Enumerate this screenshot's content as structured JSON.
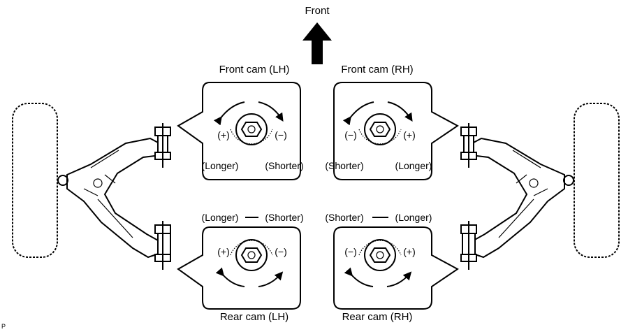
{
  "direction": {
    "label": "Front"
  },
  "panels": {
    "front_lh": {
      "title": "Front cam (LH)",
      "left_sign": "(+)",
      "right_sign": "(−)",
      "left_label": "(Longer)",
      "right_label": "(Shorter)"
    },
    "front_rh": {
      "title": "Front cam (RH)",
      "left_sign": "(−)",
      "right_sign": "(+)",
      "left_label": "(Shorter)",
      "right_label": "(Longer)"
    },
    "rear_lh": {
      "title": "Rear cam (LH)",
      "left_sign": "(+)",
      "right_sign": "(−)",
      "left_label": "(Longer)",
      "right_label": "(Shorter)"
    },
    "rear_rh": {
      "title": "Rear cam (RH)",
      "left_sign": "(−)",
      "right_sign": "(+)",
      "left_label": "(Shorter)",
      "right_label": "(Longer)"
    }
  },
  "corner_mark": "P"
}
